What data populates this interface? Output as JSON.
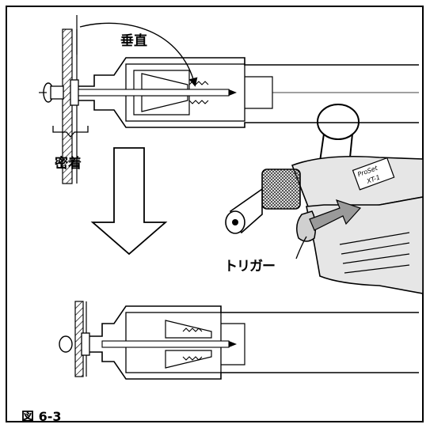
{
  "labels": {
    "vertical": "垂直",
    "sealed": "密着",
    "trigger": "トリガー",
    "figure": "図 6-3"
  },
  "tool_brand": {
    "line1": "ProSet",
    "line2": "XT-1"
  },
  "colors": {
    "ink": "#000000",
    "background": "#ffffff",
    "tool_body": "#e6e6e6",
    "tool_shade": "#bdbdbd",
    "arrow_fill": "#9a9a9a"
  }
}
